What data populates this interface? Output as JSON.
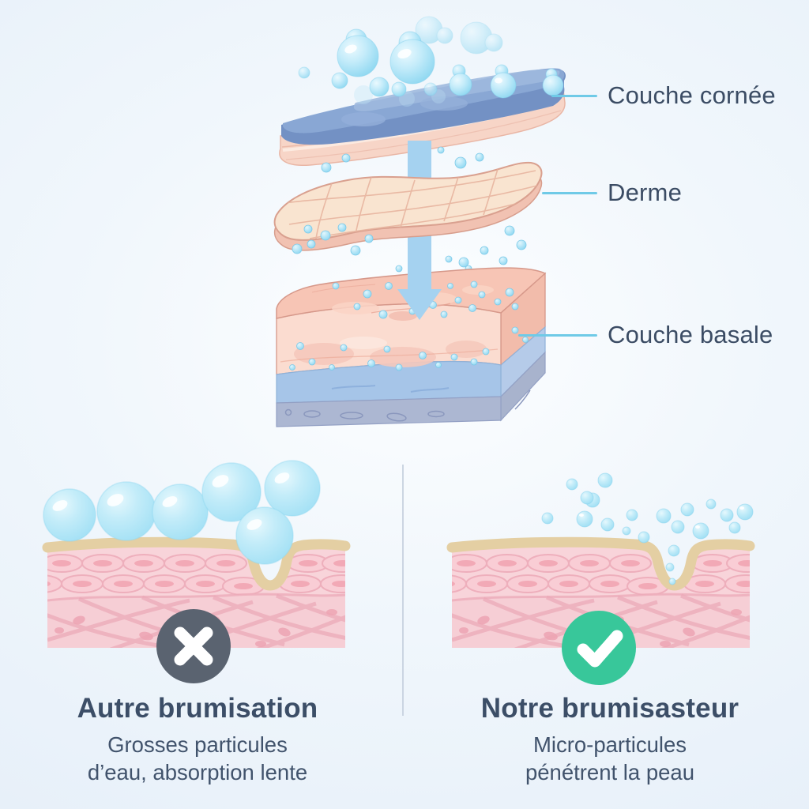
{
  "skin_layer_diagram": {
    "labels": [
      {
        "text": "Couche cornée"
      },
      {
        "text": "Derme"
      },
      {
        "text": "Couche basale"
      }
    ],
    "connector_color": "#6fcae7",
    "label_color": "#3b4c64",
    "arrow_color": "#a5d2f0",
    "bubble_color": "#bfe9f8"
  },
  "comparison": {
    "divider_color": "#c4cfdd",
    "left": {
      "icon": "x-icon",
      "icon_color": "#5a6370",
      "title": "Autre brumisation",
      "description_line1": "Grosses particules",
      "description_line2": "d’eau, absorption lente"
    },
    "right": {
      "icon": "check-icon",
      "icon_color": "#38c79a",
      "title": "Notre brumisasteur",
      "description_line1": "Micro-particules",
      "description_line2": "pénétrent la peau"
    },
    "title_color": "#3c4e67",
    "description_color": "#41536c"
  }
}
